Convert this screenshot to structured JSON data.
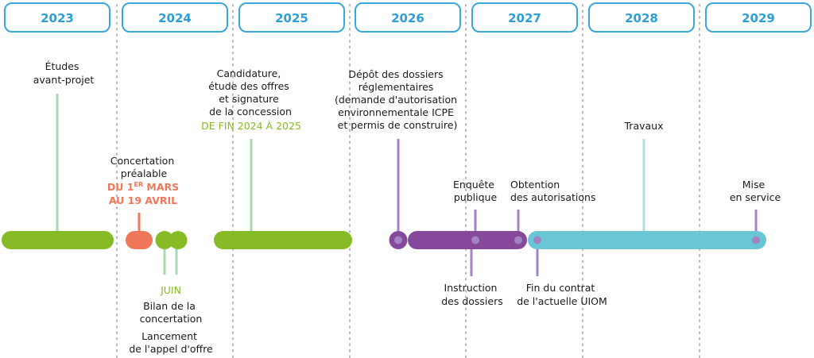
{
  "years": [
    "2023",
    "2024",
    "2025",
    "2026",
    "2027",
    "2028",
    "2029"
  ],
  "colors": {
    "year_border": "#39a6dc",
    "year_text": "#2c9fd9",
    "divider": "#b5b5b5",
    "green": "#86bb25",
    "green_light": "#a8d8b3",
    "orange": "#f0785a",
    "purple": "#86489b",
    "purple_light": "#a383c4",
    "teal": "#68c6d5",
    "teal_light": "#a9dfe6",
    "text": "#1a1a1a"
  },
  "labels": {
    "etudes": [
      "Études",
      "avant-projet"
    ],
    "concertation": [
      "Concertation",
      "préalable"
    ],
    "concertation_date1_pre": "DU 1",
    "concertation_date1_sup": "ER",
    "concertation_date1_post": " MARS",
    "concertation_date2": "AU 19 AVRIL",
    "candidature": [
      "Candidature,",
      "étude des offres",
      "et signature",
      "de la concession"
    ],
    "candidature_date": "DE FIN 2024 À 2025",
    "depot": [
      "Dépôt des dossiers",
      "réglementaires",
      "(demande d'autorisation",
      "environnementale ICPE",
      "et permis de construire)"
    ],
    "enquete": [
      "Enquête",
      "publique"
    ],
    "obtention": [
      "Obtention",
      "des autorisations"
    ],
    "travaux": "Travaux",
    "mise": [
      "Mise",
      "en service"
    ],
    "juin": "JUIN",
    "bilan": [
      "Bilan de la",
      "concertation"
    ],
    "lancement": [
      "Lancement",
      "de l'appel d'offre"
    ],
    "instruction": [
      "Instruction",
      "des dossiers"
    ],
    "fin_contrat": [
      "Fin du contrat",
      "de l'actuelle UIOM"
    ]
  }
}
